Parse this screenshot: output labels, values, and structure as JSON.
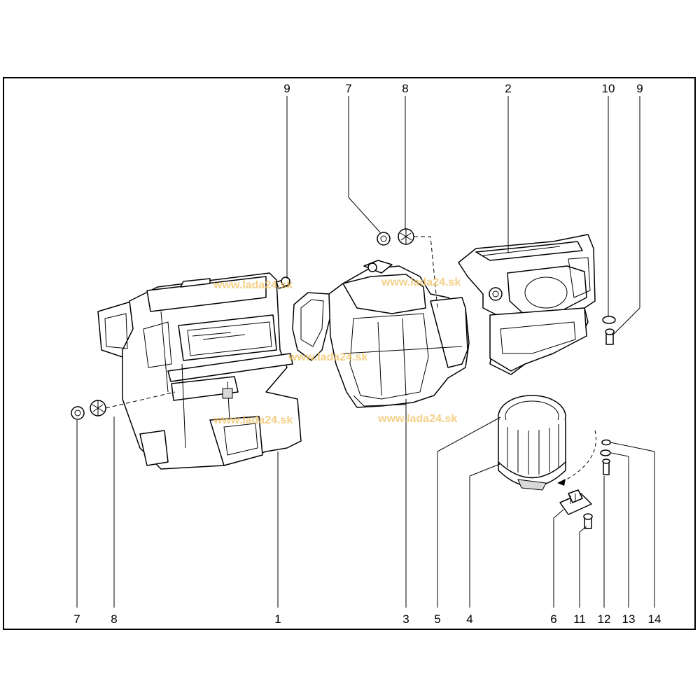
{
  "labels": {
    "l9a": "9",
    "l7a": "7",
    "l8a": "8",
    "l2": "2",
    "l10": "10",
    "l9b": "9",
    "l7b": "7",
    "l8b": "8",
    "l1": "1",
    "l3": "3",
    "l5": "5",
    "l4": "4",
    "l6": "6",
    "l11": "11",
    "l12": "12",
    "l13": "13",
    "l14": "14"
  },
  "watermarks": {
    "w1": "www.lada24.sk",
    "w2": "www.lada24.sk",
    "w3": "www.lada24.sk",
    "w4": "www.lada24.sk",
    "w5": "www.lada24.sk"
  }
}
